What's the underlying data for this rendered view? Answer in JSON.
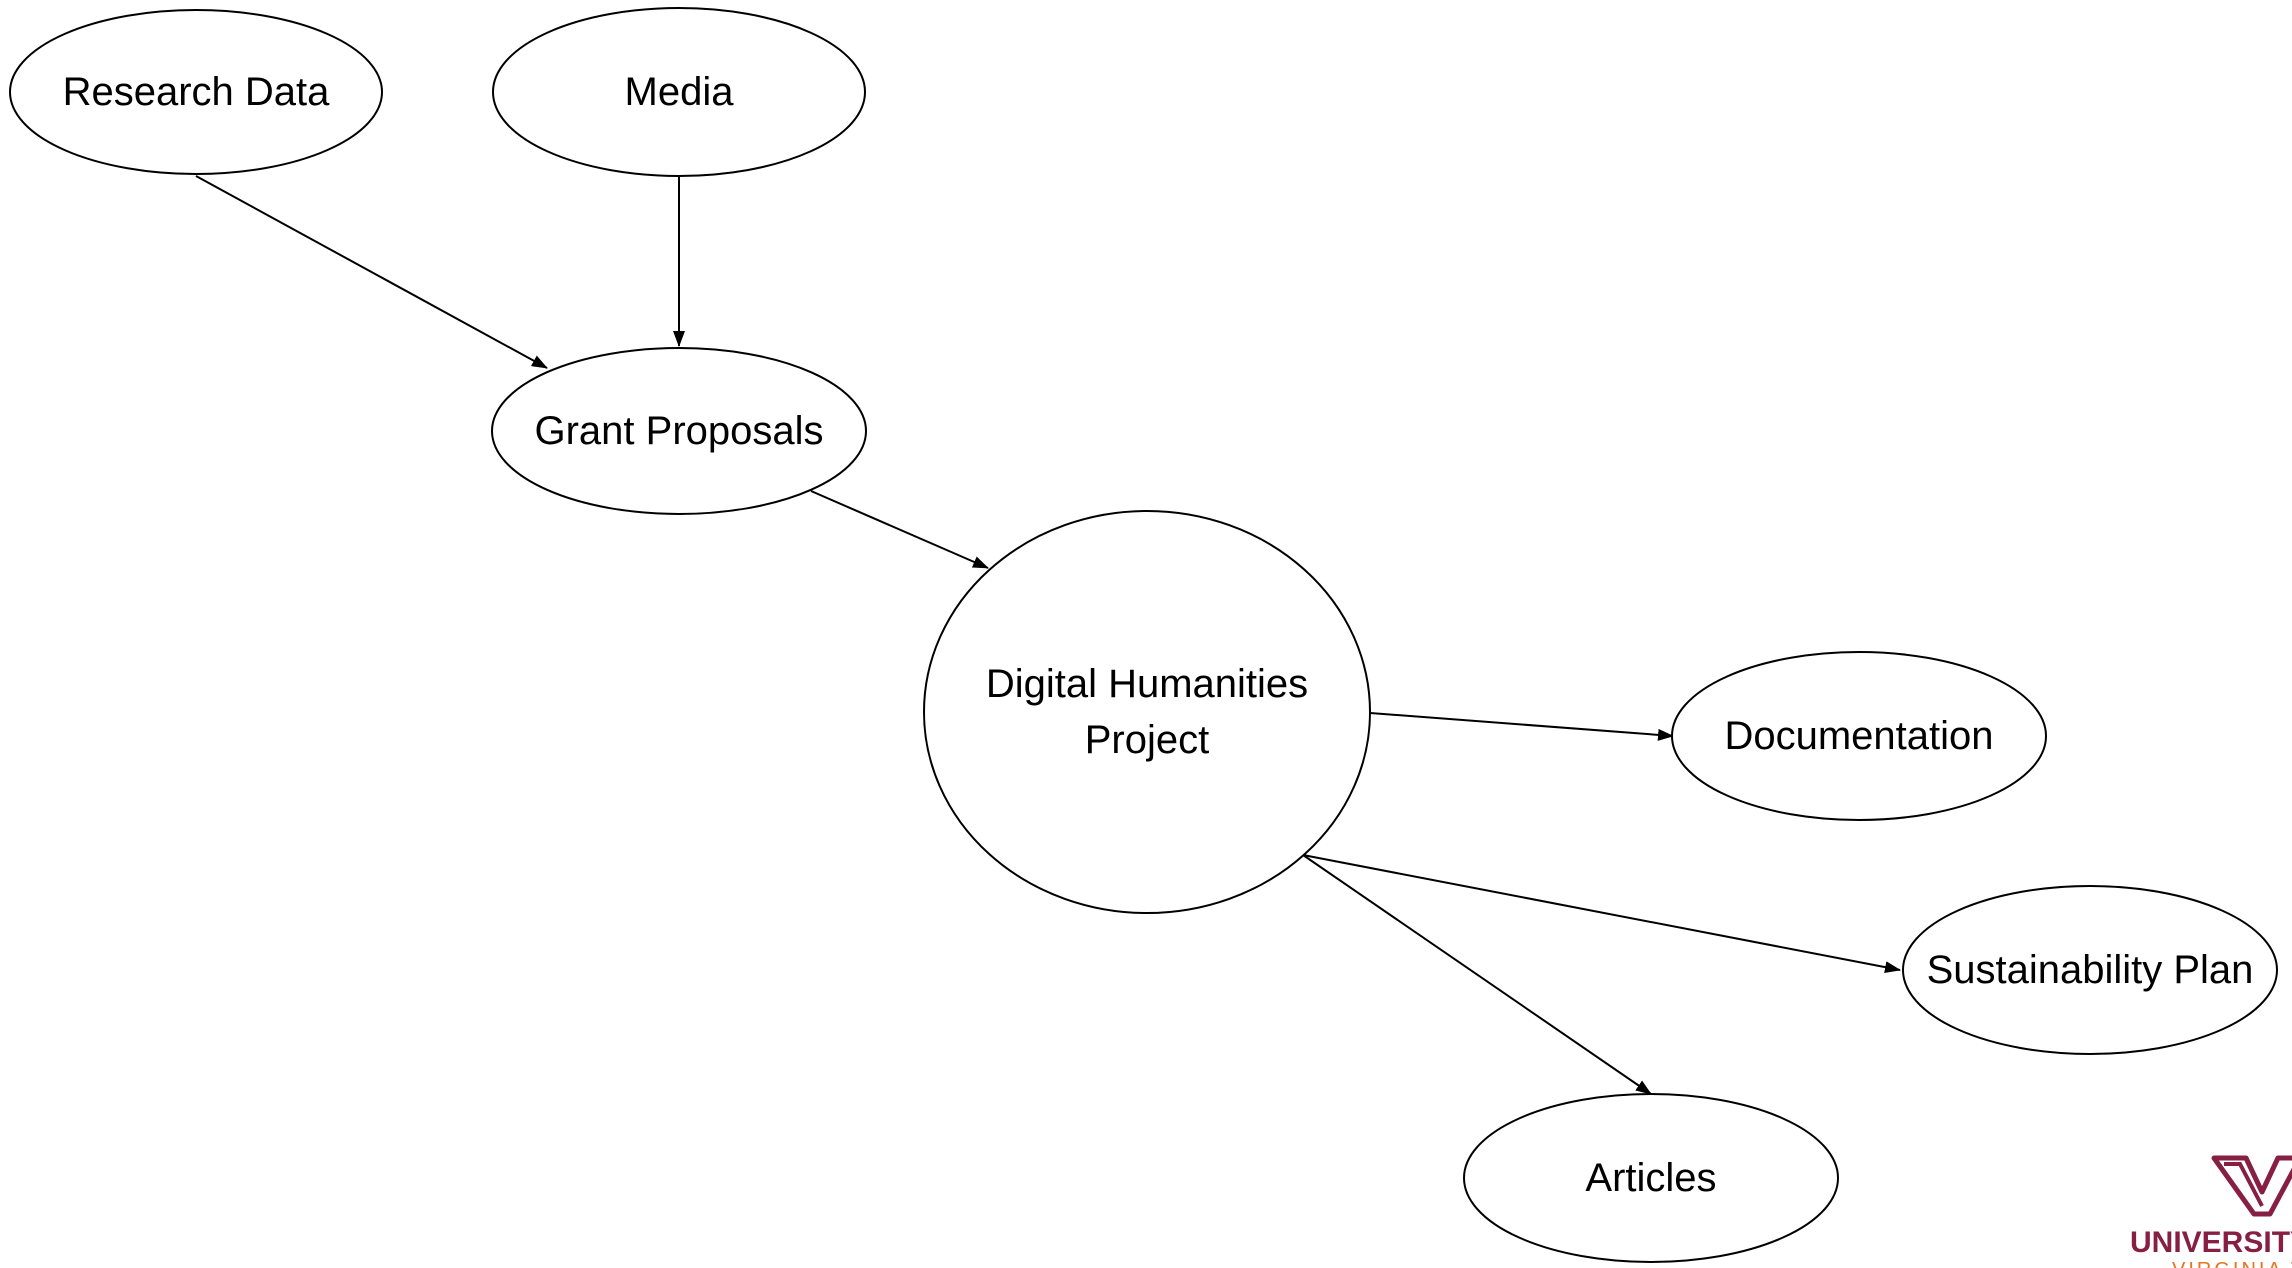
{
  "diagram": {
    "nodes": [
      {
        "id": "research-data",
        "lines": [
          "Research Data"
        ]
      },
      {
        "id": "media",
        "lines": [
          "Media"
        ]
      },
      {
        "id": "grant-proposals",
        "lines": [
          "Grant Proposals"
        ]
      },
      {
        "id": "digital-humanities-project",
        "lines": [
          "Digital Humanities",
          "Project"
        ]
      },
      {
        "id": "documentation",
        "lines": [
          "Documentation"
        ]
      },
      {
        "id": "sustainability-plan",
        "lines": [
          "Sustainability Plan"
        ]
      },
      {
        "id": "articles",
        "lines": [
          "Articles"
        ]
      }
    ],
    "edges": [
      {
        "from": "research-data",
        "to": "grant-proposals"
      },
      {
        "from": "media",
        "to": "grant-proposals"
      },
      {
        "from": "grant-proposals",
        "to": "digital-humanities-project"
      },
      {
        "from": "digital-humanities-project",
        "to": "documentation"
      },
      {
        "from": "digital-humanities-project",
        "to": "sustainability-plan"
      },
      {
        "from": "digital-humanities-project",
        "to": "articles"
      }
    ]
  },
  "logo": {
    "wordmark": "UNIVERSITY LIBRARIES",
    "subline": "VIRGINIA TECH",
    "colors": {
      "maroon": "#861F41",
      "orange": "#E5751F"
    }
  }
}
